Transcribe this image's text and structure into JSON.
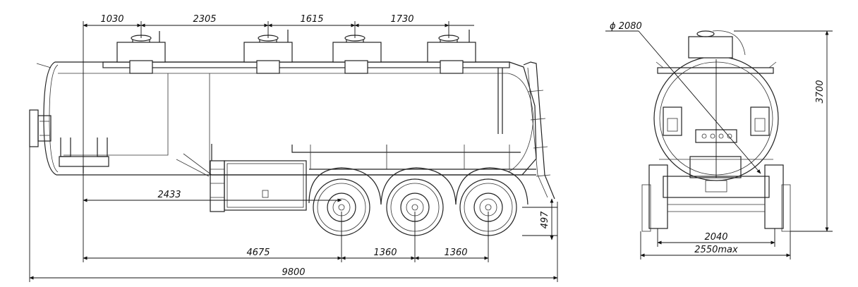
{
  "side_view": {
    "hatch_spacing": [
      "1030",
      "2305",
      "1615",
      "1730"
    ],
    "front_overhang": "2433",
    "axle_offset": "4675",
    "axle_spacing_1": "1360",
    "axle_spacing_2": "1360",
    "overall_length": "9800",
    "frame_height": "497"
  },
  "front_view": {
    "tank_diameter": "ϕ 2080",
    "overall_height": "3700",
    "track_width": "2040",
    "overall_width": "2550max"
  }
}
